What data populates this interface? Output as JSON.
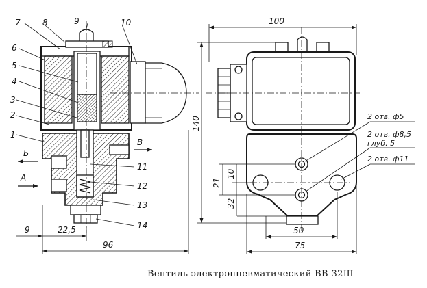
{
  "caption": "Вентиль электропневматический ВВ-32Ш",
  "part_labels": [
    "1",
    "2",
    "3",
    "4",
    "5",
    "6",
    "7",
    "8",
    "9",
    "10",
    "11",
    "12",
    "13",
    "14"
  ],
  "ports": {
    "b": "Б",
    "v": "В",
    "a": "А"
  },
  "dimensions": {
    "width_top": "100",
    "height": "140",
    "d9": "9",
    "d22_5": "22,5",
    "d96": "96",
    "d21": "21",
    "d10": "10",
    "d32": "32",
    "d50": "50",
    "d75": "75"
  },
  "hole_notes": {
    "note1": "2 отв. ф5",
    "note2": "2 отв. ф8,5",
    "note3": "глуб. 5",
    "note4": "2 отв. ф11"
  }
}
